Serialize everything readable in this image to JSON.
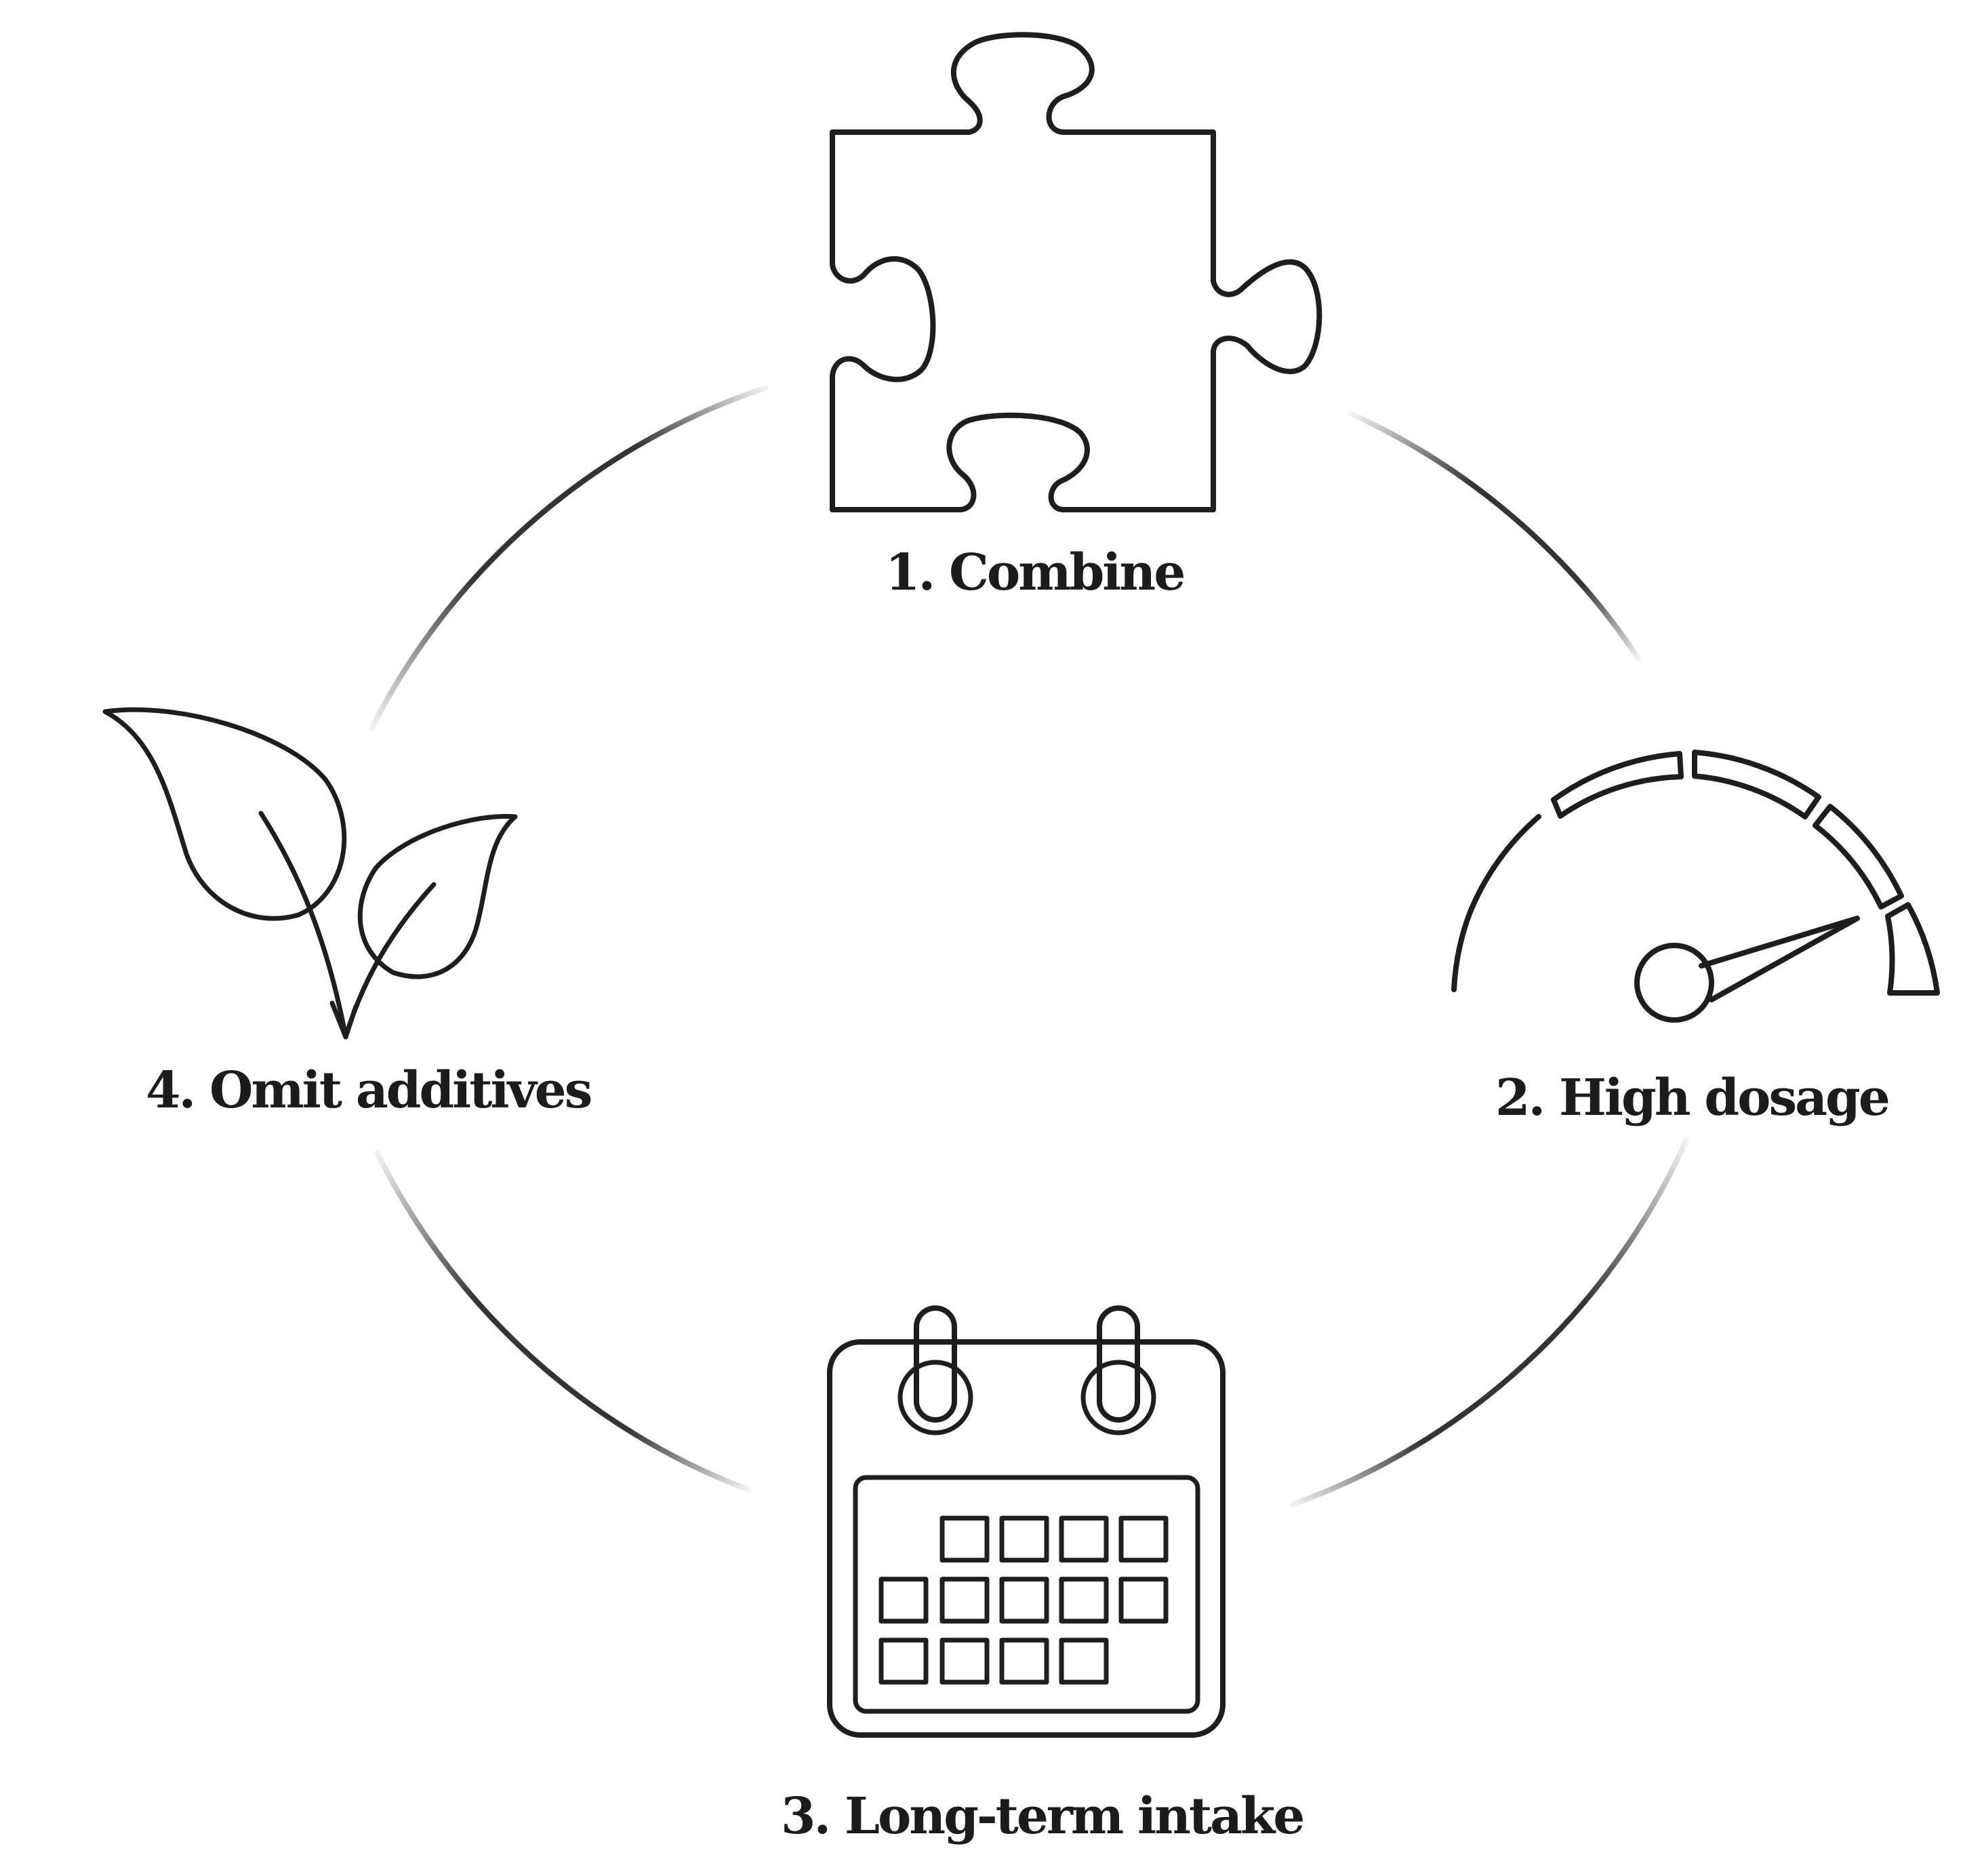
{
  "diagram": {
    "steps": [
      {
        "label": "1. Combine",
        "icon": "puzzle-piece-icon"
      },
      {
        "label": "2. High dosage",
        "icon": "speedometer-gauge-icon"
      },
      {
        "label": "3. Long-term intake",
        "icon": "calendar-icon"
      },
      {
        "label": "4. Omit additives",
        "icon": "plant-sprout-icon"
      }
    ],
    "colors": {
      "ink": "#1e1e1e",
      "background": "#ffffff"
    }
  }
}
